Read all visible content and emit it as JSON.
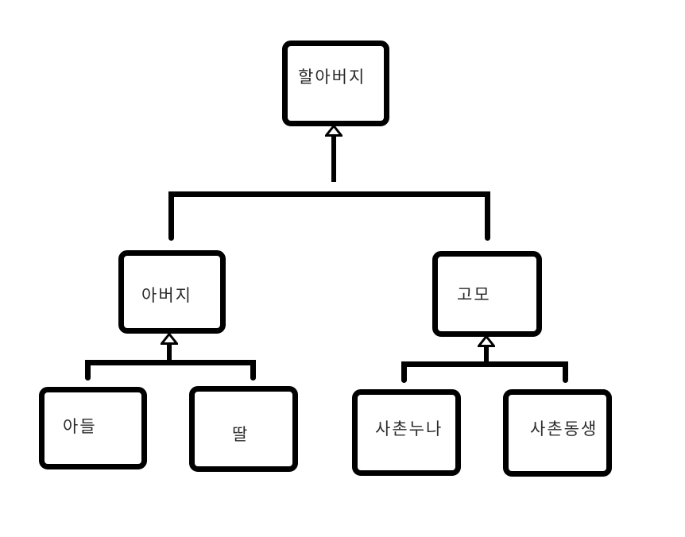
{
  "diagram": {
    "type": "family-tree",
    "nodes": {
      "grandfather": {
        "label": "할아버지"
      },
      "father": {
        "label": "아버지"
      },
      "aunt": {
        "label": "고모"
      },
      "son": {
        "label": "아들"
      },
      "daughter": {
        "label": "딸"
      },
      "cousin_older_sister": {
        "label": "사촌누나"
      },
      "cousin_younger_sibling": {
        "label": "사촌동생"
      }
    },
    "edges": [
      {
        "from": "father",
        "to": "grandfather",
        "style": "hollow-up-arrow"
      },
      {
        "from": "aunt",
        "to": "grandfather",
        "style": "hollow-up-arrow"
      },
      {
        "from": "son",
        "to": "father",
        "style": "hollow-up-arrow"
      },
      {
        "from": "daughter",
        "to": "father",
        "style": "hollow-up-arrow"
      },
      {
        "from": "cousin_older_sister",
        "to": "aunt",
        "style": "hollow-up-arrow"
      },
      {
        "from": "cousin_younger_sibling",
        "to": "aunt",
        "style": "hollow-up-arrow"
      }
    ],
    "colors": {
      "line": "#000000",
      "text": "#2a2a2a",
      "background": "#ffffff"
    }
  }
}
